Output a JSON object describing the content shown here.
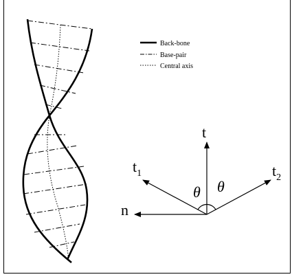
{
  "legend": {
    "items": [
      {
        "label": "Back-bone",
        "style": "solid"
      },
      {
        "label": "Base-pair",
        "style": "dashdot"
      },
      {
        "label": "Central axis",
        "style": "dotted"
      }
    ]
  },
  "vectors": {
    "t": {
      "label": "t",
      "subscript": ""
    },
    "t1": {
      "label": "t",
      "subscript": "1"
    },
    "t2": {
      "label": "t",
      "subscript": "2"
    },
    "n": {
      "label": "n",
      "subscript": ""
    }
  },
  "angles": {
    "left": "θ",
    "right": "θ"
  },
  "colors": {
    "ink": "#000000",
    "background": "#ffffff"
  }
}
